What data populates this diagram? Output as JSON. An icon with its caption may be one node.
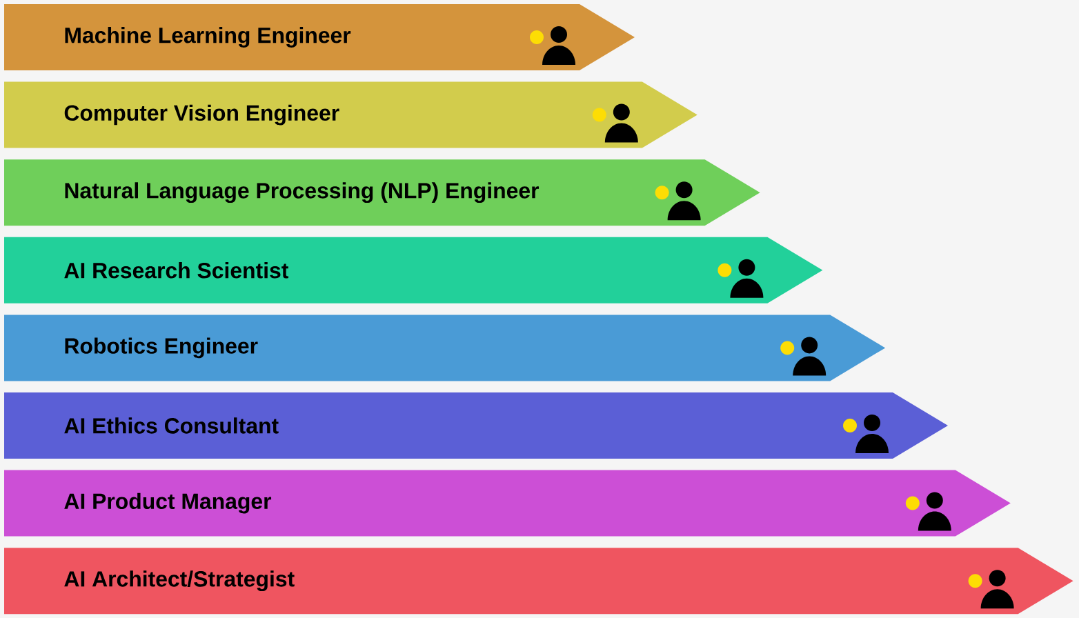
{
  "diagram": {
    "nodes": [
      {
        "text": [
          "Machine Learning Engineer"
        ]
      },
      {
        "text": [
          "Computer Vision Engineer"
        ]
      },
      {
        "text": [
          "Natural Language Processing (NLP) Engineer"
        ]
      },
      {
        "text": [
          "AI Research Scientist"
        ]
      },
      {
        "text": [
          "Robotics Engineer"
        ]
      },
      {
        "text": [
          "AI Ethics Consultant"
        ]
      },
      {
        "text": [
          "AI Product Manager"
        ]
      },
      {
        "text": [
          "AI Architect/Strategist"
        ]
      }
    ]
  }
}
